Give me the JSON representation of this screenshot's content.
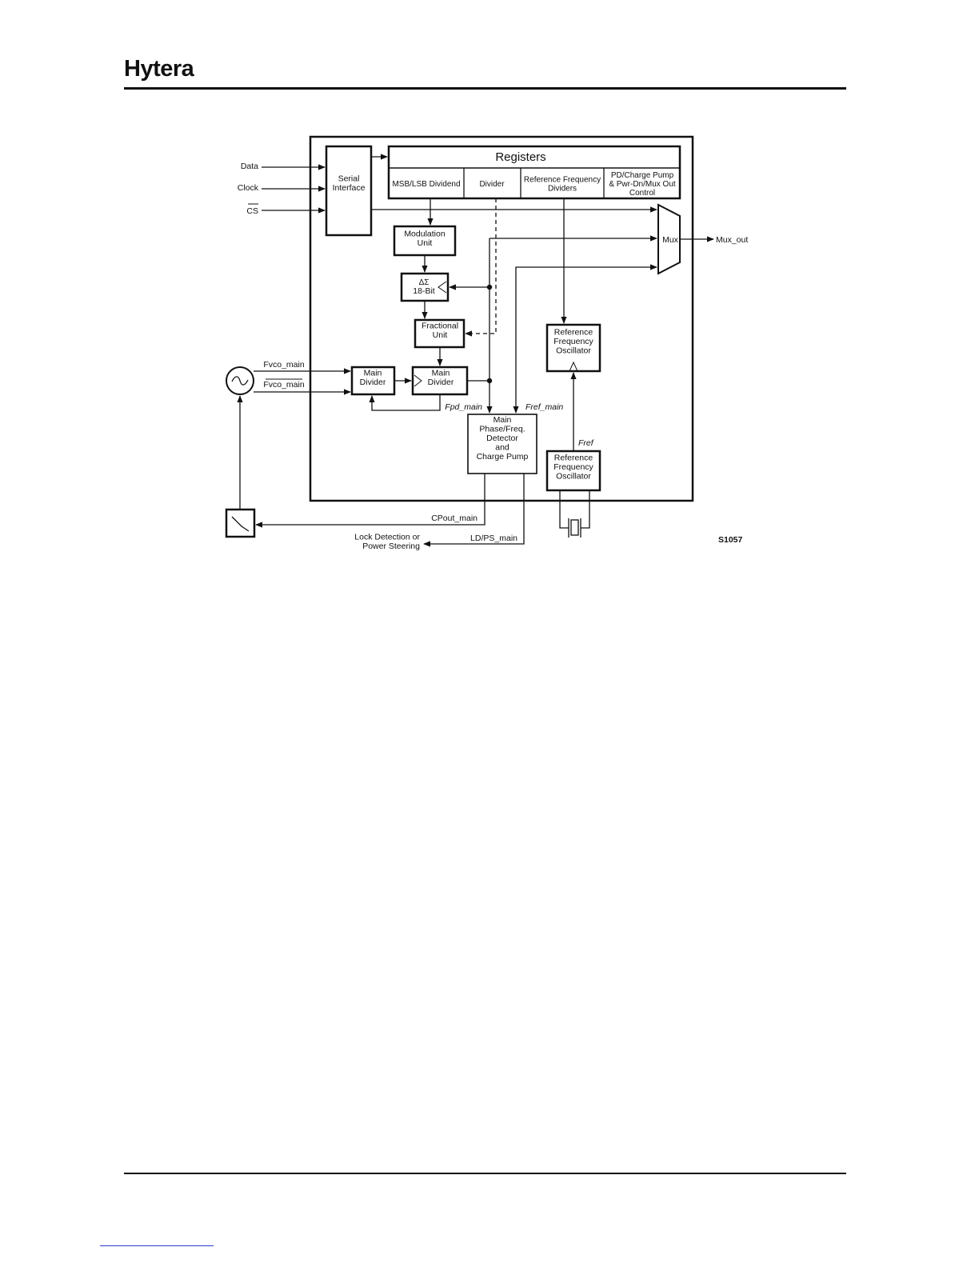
{
  "header": {
    "brand": "Hytera"
  },
  "diagram": {
    "figure_id": "S1057",
    "registers": {
      "title": "Registers",
      "cells": [
        "MSB/LSB Dividend",
        "Divider",
        "Reference Frequency|Dividers",
        "PD/Charge Pump|& Pwr-Dn/Mux Out|Control"
      ]
    },
    "inputs": {
      "data": "Data",
      "clock": "Clock",
      "cs": "CS"
    },
    "blocks": {
      "serial": "Serial|Interface",
      "modulation": "Modulation|Unit",
      "sigma_delta_symbol": "ΔΣ",
      "sigma_delta_bits": "18-Bit",
      "fractional": "Fractional|Unit",
      "main_divider_1": "Main|Divider",
      "main_divider_2": "Main|Divider",
      "ref_osc_top": "Reference|Frequency|Oscillator",
      "pfd": "Main|Phase/Freq.|Detector|and|Charge Pump",
      "ref_osc_bottom": "Reference|Frequency|Oscillator",
      "mux": "Mux"
    },
    "signals": {
      "fvco_main": "Fvco_main",
      "fvco_main_bar": "Fvco_main",
      "mux_out": "Mux_out",
      "fpd_main": "Fpd_main",
      "fref_main": "Fref_main",
      "fref": "Fref",
      "cpout_main": "CPout_main",
      "ld_ps_main": "LD/PS_main",
      "lock_detection": "Lock Detection or|Power Steering"
    }
  }
}
